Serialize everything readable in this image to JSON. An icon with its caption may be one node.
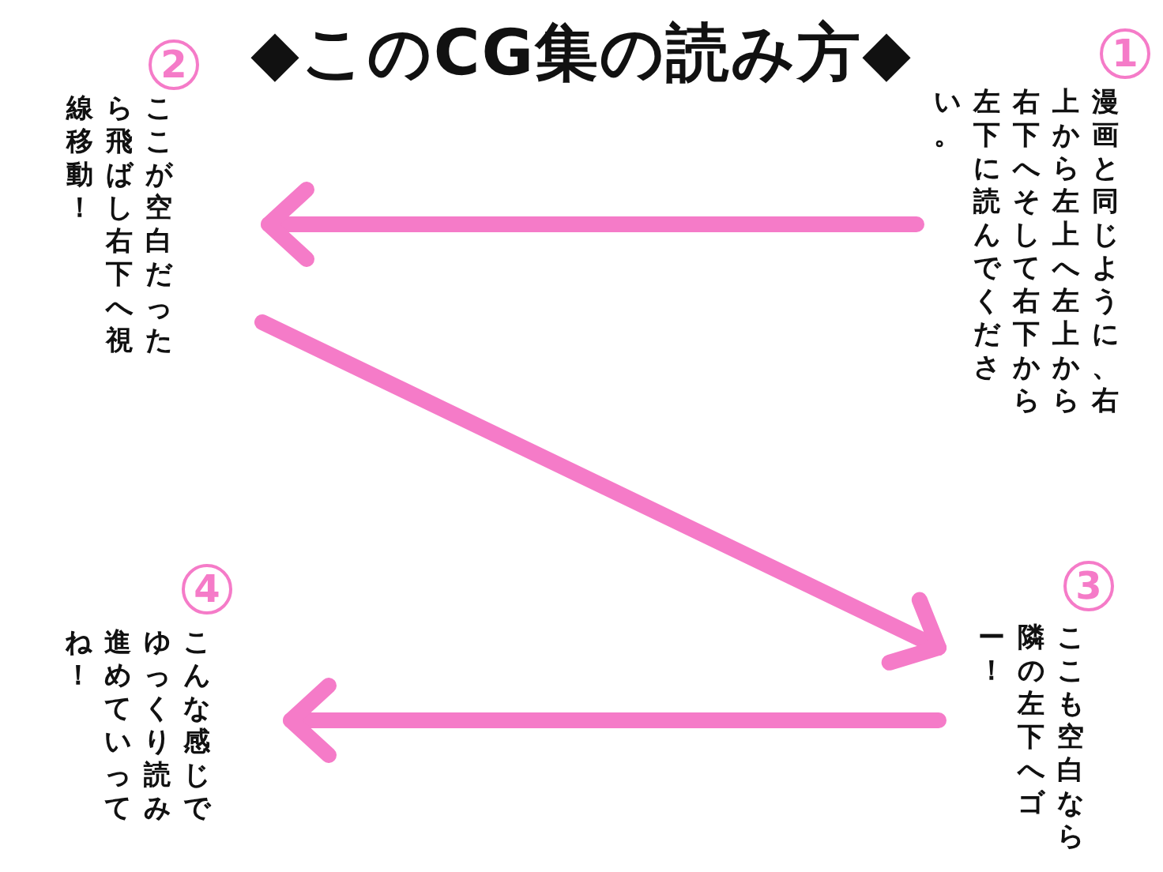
{
  "diagram": {
    "title": "◆このCG集の読み方◆",
    "nodes": [
      {
        "text": [
          "1",
          "漫画と同じように、右上から左上へ左上から右下へそして右下から左下に読んでください。"
        ]
      },
      {
        "text": [
          "2",
          "ここが空白だったら飛ばし右下へ視線移動！"
        ]
      },
      {
        "text": [
          "3",
          "ここも空白なら隣の左下へゴー！"
        ]
      },
      {
        "text": [
          "4",
          "こんな感じでゆっくり読み進めていってね！"
        ]
      }
    ],
    "edges": [
      {
        "from": 0,
        "to": 1,
        "arrow": "to",
        "color": "#f57bc8"
      },
      {
        "from": 1,
        "to": 2,
        "arrow": "to",
        "color": "#f57bc8"
      },
      {
        "from": 2,
        "to": 3,
        "arrow": "to",
        "color": "#f57bc8"
      }
    ]
  }
}
